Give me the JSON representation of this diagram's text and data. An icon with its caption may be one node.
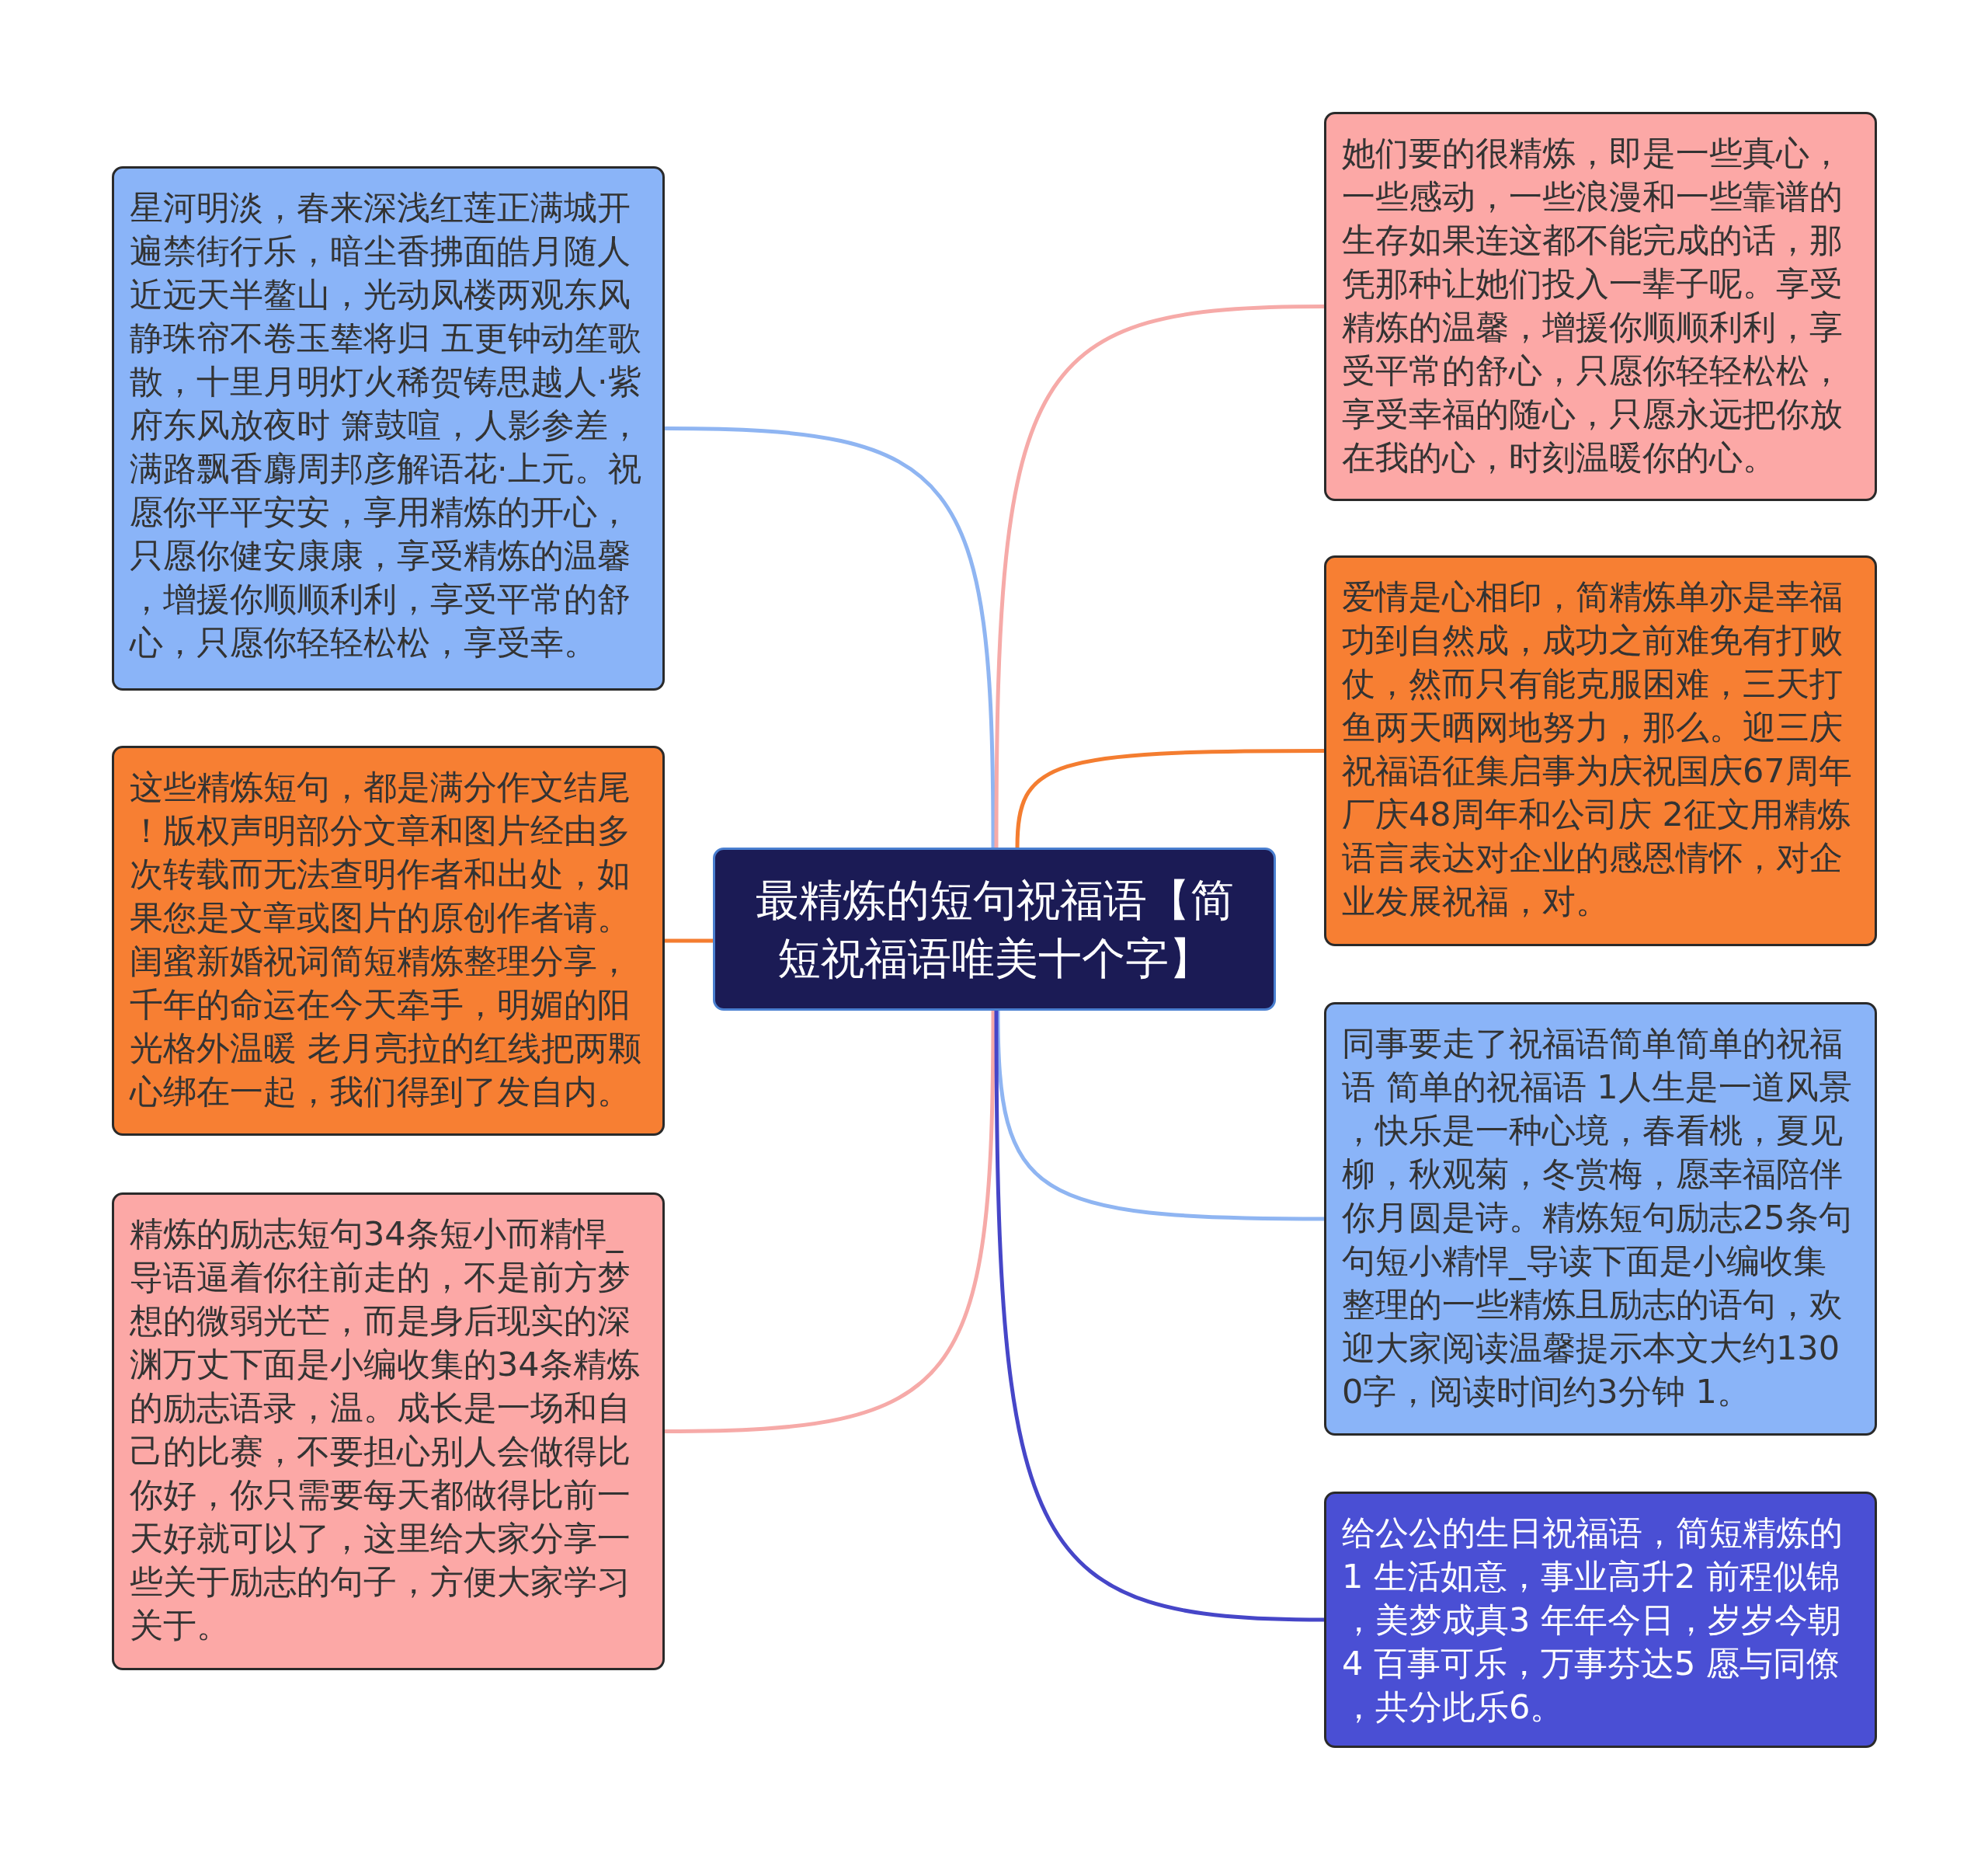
{
  "diagram": {
    "nodes": [
      {
        "text": [
          "最精炼的短句祝福语【简短祝福语唯美十个字】"
        ]
      },
      {
        "text": [
          "星河明淡，春来深浅红莲正满城开遍禁街行乐，暗尘香拂面皓月随人近远天半鳌山，光动凤楼两观东风静珠帘不卷玉辇将归 五更钟动笙歌散，十里月明灯火稀贺铸思越人·紫府东风放夜时 箫鼓喧，人影参差，满路飘香麝周邦彦解语花·上元。祝愿你平平安安，享用精炼的开心，只愿你健安康康，享受精炼的温馨，增援你顺顺利利，享受平常的舒心，只愿你轻轻松松，享受幸。"
        ]
      },
      {
        "text": [
          "这些精炼短句，都是满分作文结尾！版权声明部分文章和图片经由多次转载而无法查明作者和出处，如果您是文章或图片的原创作者请。闺蜜新婚祝词简短精炼整理分享，千年的命运在今天牵手，明媚的阳光格外温暖 老月亮拉的红线把两颗心绑在一起，我们得到了发自内。"
        ]
      },
      {
        "text": [
          "精炼的励志短句34条短小而精悍_导语逼着你往前走的，不是前方梦想的微弱光芒，而是身后现实的深渊万丈下面是小编收集的34条精炼的励志语录，温。成长是一场和自己的比赛，不要担心别人会做得比你好，你只需要每天都做得比前一天好就可以了，这里给大家分享一些关于励志的句子，方便大家学习关于。"
        ]
      },
      {
        "text": [
          "她们要的很精炼，即是一些真心，一些感动，一些浪漫和一些靠谱的生存如果连这都不能完成的话，那凭那种让她们投入一辈子呢。享受精炼的温馨，增援你顺顺利利，享受平常的舒心，只愿你轻轻松松，享受幸福的随心，只愿永远把你放在我的心，时刻温暖你的心。"
        ]
      },
      {
        "text": [
          "爱情是心相印，简精炼单亦是幸福功到自然成，成功之前难免有打败仗，然而只有能克服困难，三天打鱼两天晒网地努力，那么。迎三庆祝福语征集启事为庆祝国庆67周年厂庆48周年和公司庆 2征文用精炼语言表达对企业的感恩情怀，对企业发展祝福，对。"
        ]
      },
      {
        "text": [
          "同事要走了祝福语简单简单的祝福语 简单的祝福语 1人生是一道风景，快乐是一种心境，春看桃，夏见柳，秋观菊，冬赏梅，愿幸福陪伴你月圆是诗。精炼短句励志25条句句短小精悍_导读下面是小编收集整理的一些精炼且励志的语句，欢迎大家阅读温馨提示本文大约1300字，阅读时间约3分钟 1。"
        ]
      },
      {
        "text": [
          "给公公的生日祝福语，简短精炼的1 生活如意，事业高升2 前程似锦，美梦成真3 年年今日，岁岁今朝4 百事可乐，万事芬达5 愿与同僚，共分此乐6。"
        ]
      }
    ],
    "edges": [
      {
        "from": 0,
        "to": 1,
        "arrow": "none",
        "color": "#8fb5f2"
      },
      {
        "from": 0,
        "to": 2,
        "arrow": "none",
        "color": "#f47d30"
      },
      {
        "from": 0,
        "to": 3,
        "arrow": "none",
        "color": "#f6aaa8"
      },
      {
        "from": 0,
        "to": 4,
        "arrow": "none",
        "color": "#f6aaa8"
      },
      {
        "from": 0,
        "to": 5,
        "arrow": "none",
        "color": "#f47d30"
      },
      {
        "from": 0,
        "to": 6,
        "arrow": "none",
        "color": "#8fb5f2"
      },
      {
        "from": 0,
        "to": 7,
        "arrow": "none",
        "color": "#4646c8"
      }
    ]
  }
}
